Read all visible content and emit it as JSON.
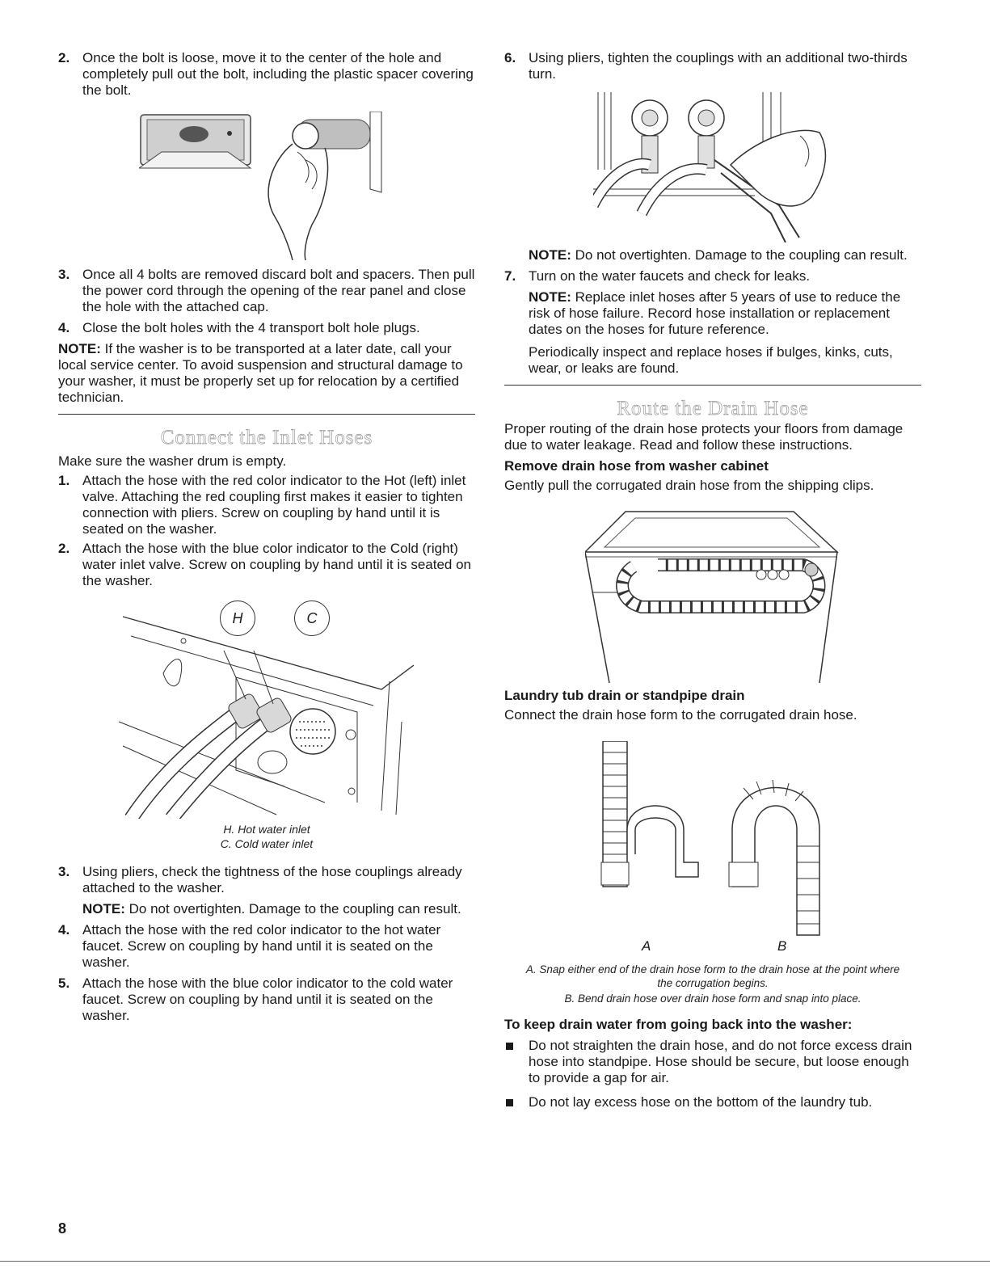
{
  "left": {
    "step2": {
      "num": "2.",
      "text": "Once the bolt is loose, move it to the center of the hole and completely pull out the bolt, including the plastic spacer covering the bolt."
    },
    "step3": {
      "num": "3.",
      "text": "Once all 4 bolts are removed discard bolt and spacers. Then pull the power cord through the opening of the rear panel and close the hole with the attached cap."
    },
    "step4": {
      "num": "4.",
      "text": "Close the bolt holes with the 4 transport bolt hole plugs."
    },
    "note": {
      "label": "NOTE:",
      "text": " If the washer is to be transported at a later date, call your local service center. To avoid suspension and structural damage to your washer, it must be properly set up for relocation by a certified technician."
    },
    "section_title": "Connect the Inlet Hoses",
    "intro": "Make sure the washer drum is empty.",
    "inlet_step1": {
      "num": "1.",
      "text": "Attach the hose with the red color indicator to the Hot (left) inlet valve. Attaching the red coupling first makes it easier to tighten connection with pliers. Screw on coupling by hand until it is seated on the washer."
    },
    "inlet_step2": {
      "num": "2.",
      "text": "Attach the hose with the blue color indicator to the Cold (right) water inlet valve. Screw on coupling by hand until it is seated on the washer."
    },
    "figure_labels": {
      "h": "H",
      "c": "C"
    },
    "caption_h": "H. Hot water inlet",
    "caption_c": "C. Cold water inlet",
    "inlet_step3": {
      "num": "3.",
      "text": "Using pliers, check the tightness of the hose couplings already attached to the washer."
    },
    "inlet_step3_note": {
      "label": "NOTE:",
      "text": " Do not overtighten. Damage to the coupling can result."
    },
    "inlet_step4": {
      "num": "4.",
      "text": "Attach the hose with the red color indicator to the hot water faucet. Screw on coupling by hand until it is seated on the washer."
    },
    "inlet_step5": {
      "num": "5.",
      "text": "Attach the hose with the blue color indicator to the cold water faucet. Screw on coupling by hand until it is seated on the washer."
    }
  },
  "right": {
    "step6": {
      "num": "6.",
      "text": "Using pliers, tighten the couplings with an additional two-thirds turn."
    },
    "step6_note": {
      "label": "NOTE:",
      "text": " Do not overtighten. Damage to the coupling can result."
    },
    "step7": {
      "num": "7.",
      "text": "Turn on the water faucets and check for leaks."
    },
    "step7_note": {
      "label": "NOTE:",
      "text": " Replace inlet hoses after 5 years of use to reduce the risk of hose failure. Record hose installation or replacement dates on the hoses for future reference."
    },
    "step7_para": "Periodically inspect and replace hoses if bulges, kinks, cuts, wear, or leaks are found.",
    "section_title": "Route the Drain Hose",
    "intro": "Proper routing of the drain hose protects your floors from damage due to water leakage. Read and follow these instructions.",
    "heading_remove": "Remove drain hose from washer cabinet",
    "remove_text": "Gently pull the corrugated drain hose from the shipping clips.",
    "heading_laundry": "Laundry tub drain or standpipe drain",
    "laundry_text": "Connect the drain hose form to the corrugated drain hose.",
    "label_a": "A",
    "label_b": "B",
    "caption_a": "A. Snap either end of the drain hose form to the drain hose at the point where the corrugation begins.",
    "caption_b": "B. Bend drain hose over drain hose form and snap into place.",
    "heading_keep": "To keep drain water from going back into the washer:",
    "bullets": [
      "Do not straighten the drain hose, and do not force excess drain hose into standpipe. Hose should be secure, but loose enough to provide a gap for air.",
      "Do not lay excess hose on the bottom of the laundry tub."
    ]
  },
  "page_number": "8"
}
